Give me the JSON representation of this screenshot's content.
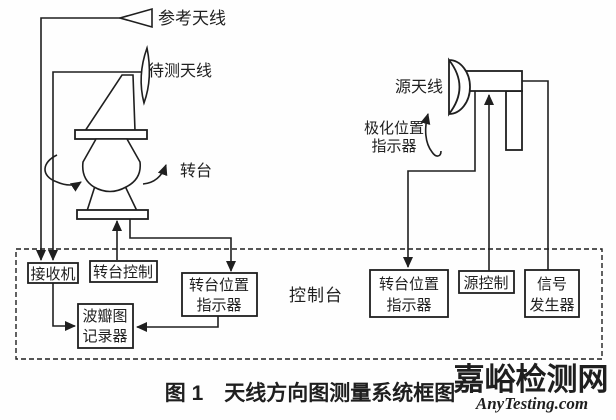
{
  "diagram": {
    "labels": {
      "reference_antenna": "参考天线",
      "antenna_under_test": "待测天线",
      "turntable": "转台",
      "source_antenna": "源天线",
      "polarization_indicator_line1": "极化位置",
      "polarization_indicator_line2": "指示器",
      "console": "控制台"
    },
    "boxes": {
      "receiver": "接收机",
      "turntable_control": "转台控制",
      "pattern_recorder_line1": "波瓣图",
      "pattern_recorder_line2": "记录器",
      "turntable_position_indicator_line1": "转台位置",
      "turntable_position_indicator_line2": "指示器",
      "source_control": "源控制",
      "signal_generator_line1": "信号",
      "signal_generator_line2": "发生器"
    },
    "caption": "图 1　天线方向图测量系统框图",
    "watermark": {
      "cn": "嘉峪检测网",
      "en": "AnyTesting.com"
    },
    "colors": {
      "line": "#1f1f1f",
      "watermark_cn": "#c9cdd2",
      "watermark_en": "#cdd1d6",
      "background": "#fefefe"
    }
  }
}
